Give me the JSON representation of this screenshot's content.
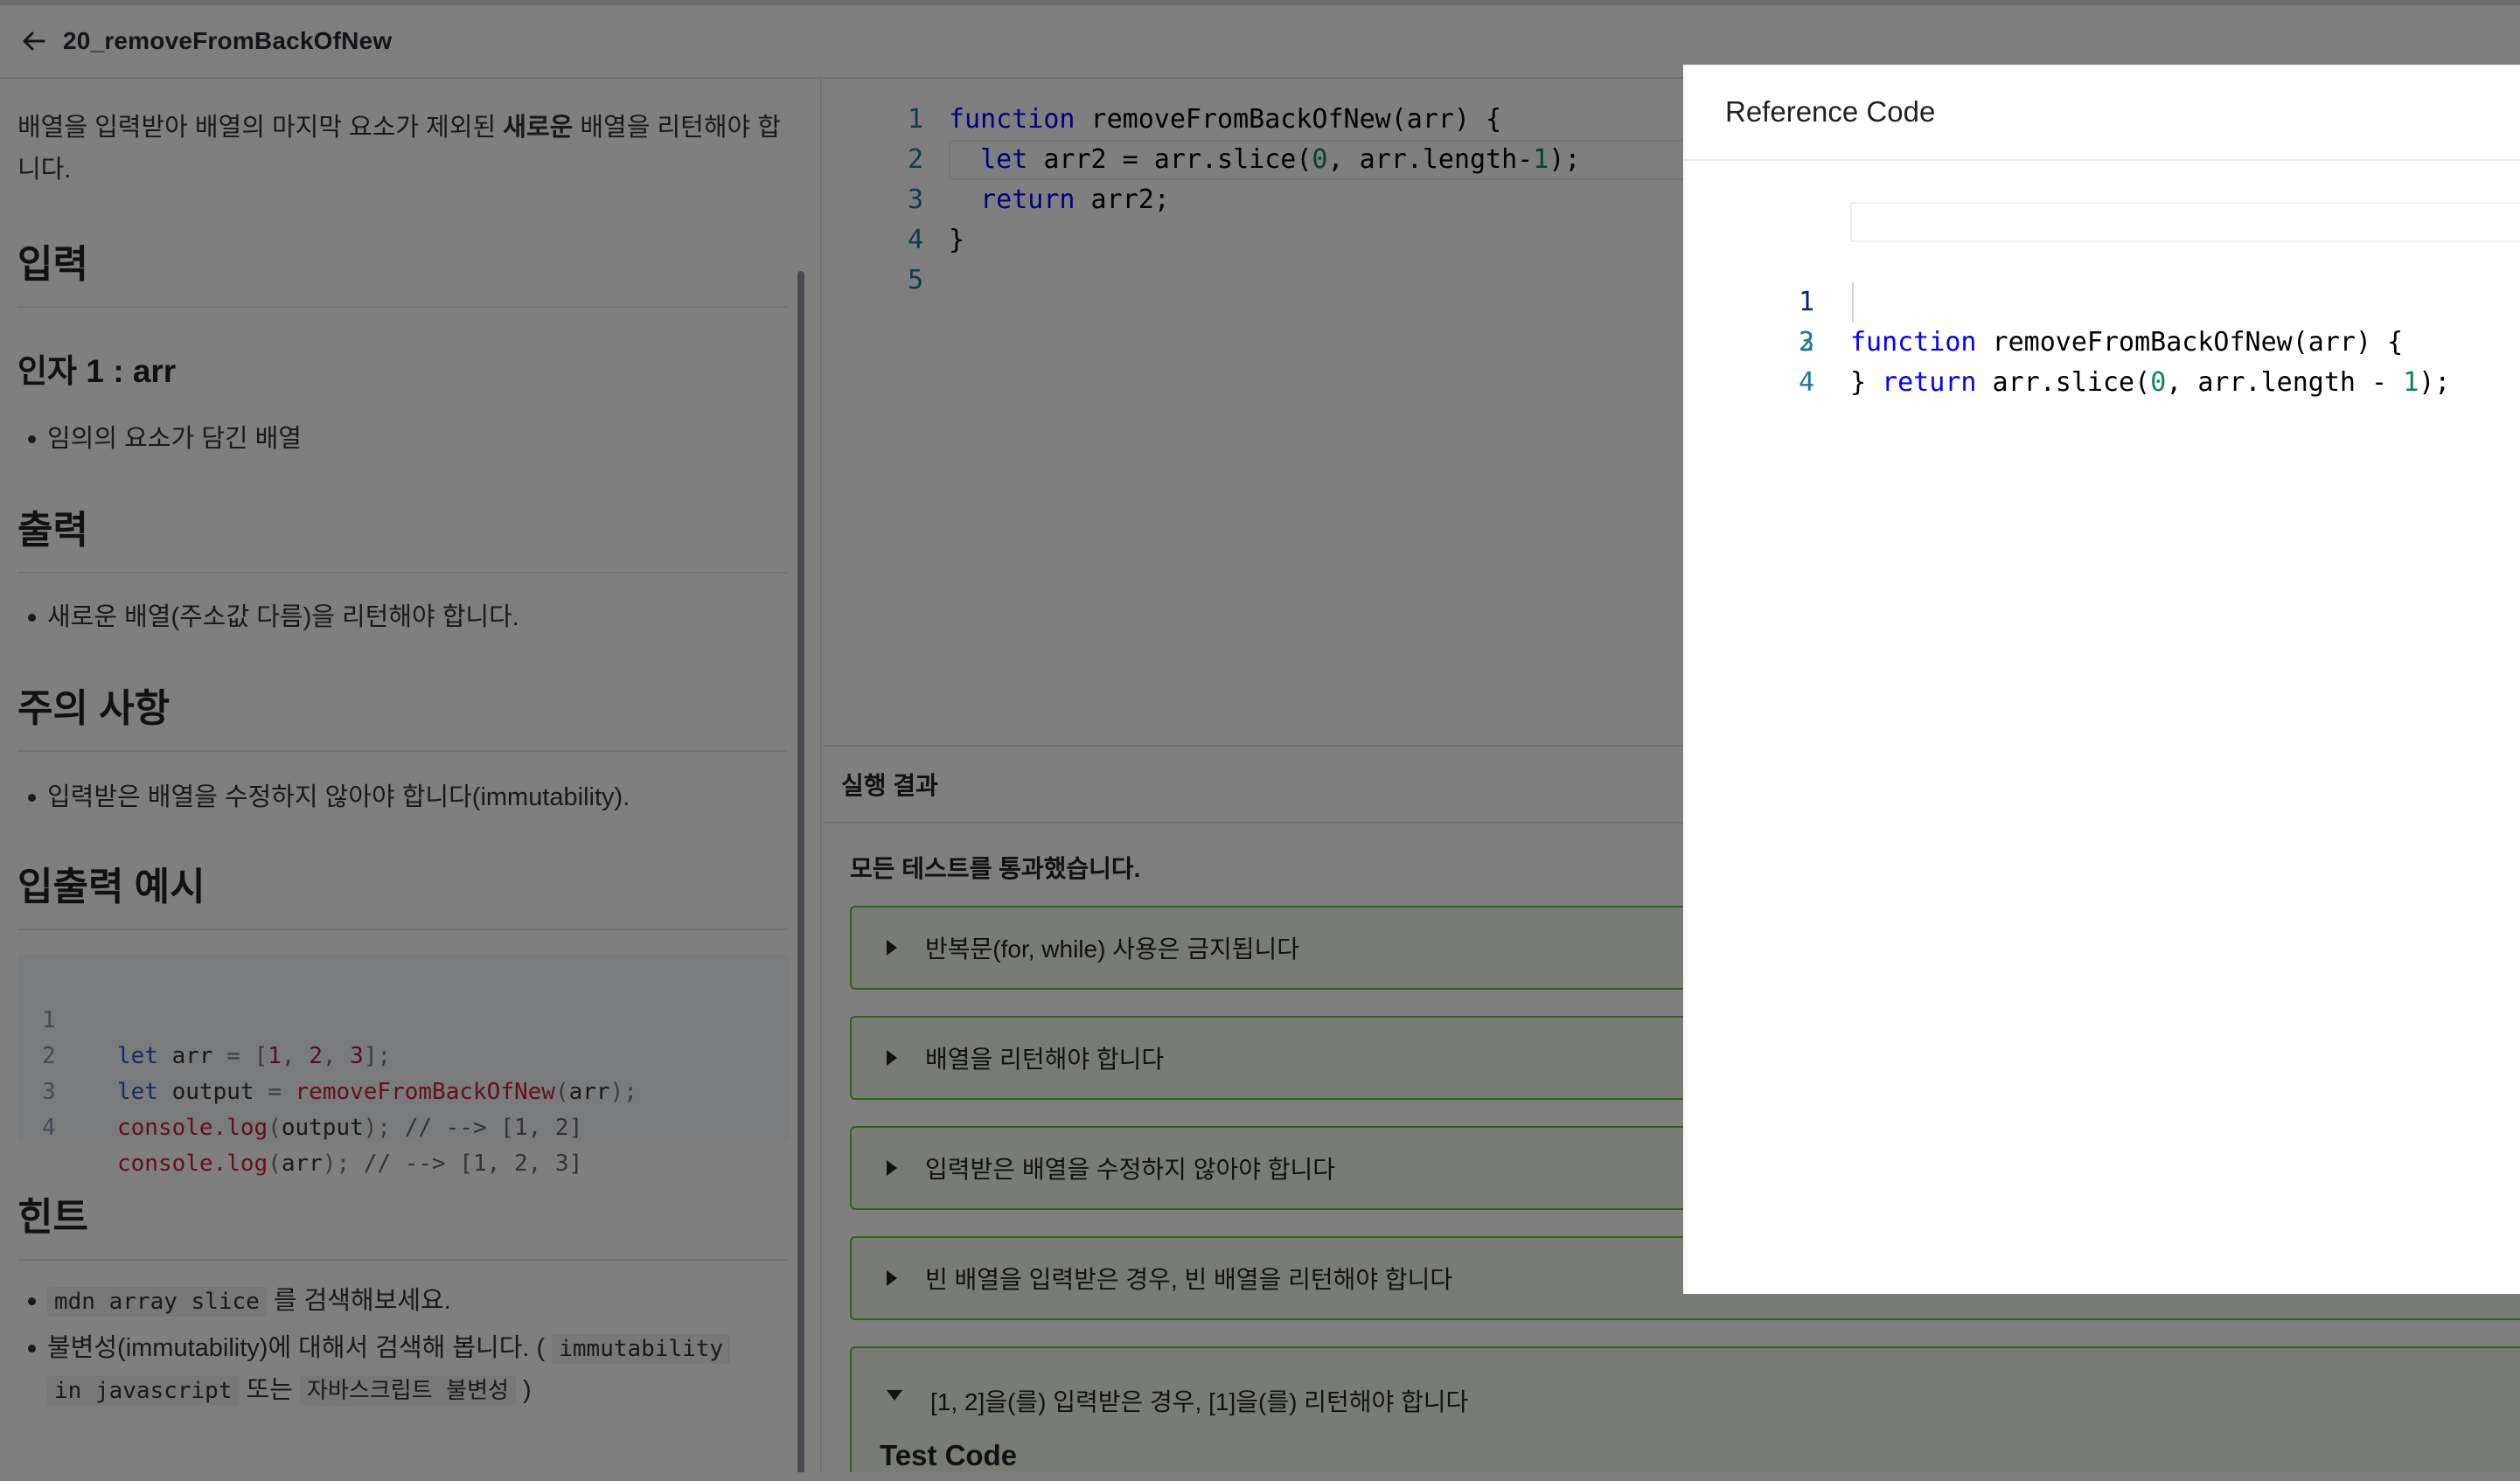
{
  "header": {
    "title": "20_removeFromBackOfNew"
  },
  "problem": {
    "description_pre": "배열을 입력받아 배열의 마지막 요소가 제외된 ",
    "description_bold": "새로운",
    "description_post": " 배열을 리턴해야 합니다.",
    "input_heading": "입력",
    "arg_heading": "인자 1 : arr",
    "arg_desc": "임의의 요소가 담긴 배열",
    "output_heading": "출력",
    "output_desc": "새로운 배열(주소값 다름)을 리턴해야 합니다.",
    "caution_heading": "주의 사항",
    "caution_desc": "입력받은 배열을 수정하지 않아야 합니다(immutability).",
    "example_heading": "입출력 예시",
    "example_lines": [
      {
        "num": "1",
        "kw": "let",
        "rest": "arr",
        "op": " = ",
        "a": "[",
        "n1": "1",
        "c1": ", ",
        "n2": "2",
        "c2": ", ",
        "n3": "3",
        "b": "];"
      },
      {
        "num": "2",
        "kw": "let",
        "rest": "output",
        "op": " = ",
        "fn": "removeFromBackOfNew",
        "open": "(",
        "arg": "arr",
        "close": ");"
      },
      {
        "num": "3",
        "fn": "console.log",
        "open": "(",
        "arg": "output",
        "close": ");",
        "comment": " // --> [1, 2]"
      },
      {
        "num": "4",
        "fn": "console.log",
        "open": "(",
        "arg": "arr",
        "close": ");",
        "comment": " // --> [1, 2, 3]"
      }
    ],
    "hint_heading": "힌트",
    "hint1_code": "mdn array slice",
    "hint1_text": " 를 검색해보세요.",
    "hint2_pre": "불변성(immutability)에 대해서 검색해 봅니다. ( ",
    "hint2_code1": "immutability",
    "hint2_code1b": "in javascript",
    "hint2_mid": " 또는 ",
    "hint2_code2": "자바스크립트 불변성",
    "hint2_post": " )"
  },
  "editor": {
    "lines": [
      {
        "num": "1",
        "kw": "function",
        "rest": " removeFromBackOfNew(arr) {"
      },
      {
        "num": "2",
        "indent": "  ",
        "kw": "let",
        "rest": " arr2 = arr.slice(",
        "n1": "0",
        "mid": ", arr.length-",
        "n2": "1",
        "end": ");"
      },
      {
        "num": "3",
        "indent": "  ",
        "kw": "return",
        "rest": " arr2;"
      },
      {
        "num": "4",
        "rest": "}"
      },
      {
        "num": "5",
        "rest": ""
      }
    ]
  },
  "results": {
    "heading": "실행 결과",
    "summary": "모든 테스트를 통과했습니다.",
    "tests": [
      "반복문(for, while) 사용은 금지됩니다",
      "배열을 리턴해야 합니다",
      "입력받은 배열을 수정하지 않아야 합니다",
      "빈 배열을 입력받은 경우, 빈 배열을 리턴해야 합니다",
      "[1, 2]을(를) 입력받은 경우, [1]을(를) 리턴해야 합니다"
    ],
    "test_code_title": "Test Code"
  },
  "modal": {
    "title": "Reference Code",
    "lines": [
      {
        "num": "1",
        "kw": "function",
        "rest": " removeFromBackOfNew(arr) {"
      },
      {
        "num": "2",
        "indent": "  ",
        "kw": "return",
        "rest": " arr.slice(",
        "n1": "0",
        "mid": ", arr.length - ",
        "n2": "1",
        "end": ");"
      },
      {
        "num": "3",
        "rest": "}"
      },
      {
        "num": "4",
        "rest": ""
      }
    ]
  },
  "colors": {
    "pass_bg": "#f0f9eb",
    "pass_border": "#67c23a",
    "keyword": "#0000ff",
    "number": "#098658",
    "line_number": "#237893"
  }
}
